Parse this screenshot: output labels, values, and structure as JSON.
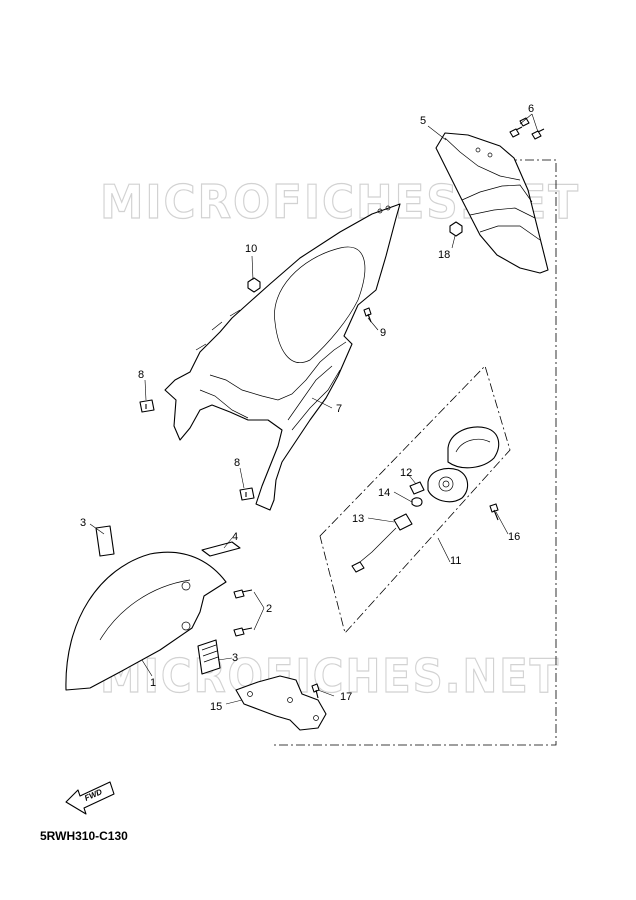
{
  "diagram_code": "5RWH310-C130",
  "watermarks": [
    "MICROFICHES.NET",
    "MICROFICHES.NET"
  ],
  "fwd_label": "FWD",
  "callouts": [
    {
      "id": "c1",
      "label": "1"
    },
    {
      "id": "c2",
      "label": "2"
    },
    {
      "id": "c3a",
      "label": "3"
    },
    {
      "id": "c3b",
      "label": "3"
    },
    {
      "id": "c4",
      "label": "4"
    },
    {
      "id": "c5",
      "label": "5"
    },
    {
      "id": "c6",
      "label": "6"
    },
    {
      "id": "c7",
      "label": "7"
    },
    {
      "id": "c8a",
      "label": "8"
    },
    {
      "id": "c8b",
      "label": "8"
    },
    {
      "id": "c9",
      "label": "9"
    },
    {
      "id": "c10",
      "label": "10"
    },
    {
      "id": "c11",
      "label": "11"
    },
    {
      "id": "c12",
      "label": "12"
    },
    {
      "id": "c13",
      "label": "13"
    },
    {
      "id": "c14",
      "label": "14"
    },
    {
      "id": "c15",
      "label": "15"
    },
    {
      "id": "c16",
      "label": "16"
    },
    {
      "id": "c17",
      "label": "17"
    },
    {
      "id": "c18",
      "label": "18"
    }
  ]
}
